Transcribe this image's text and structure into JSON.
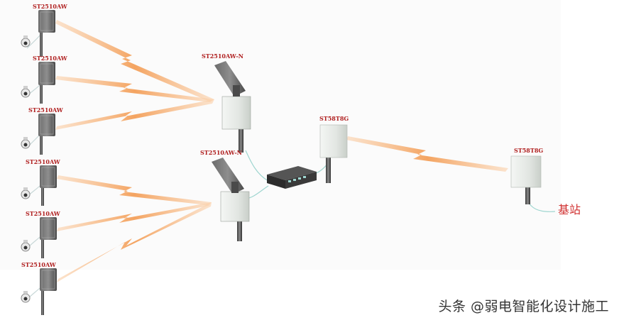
{
  "clients": [
    {
      "label": "ST2510AW"
    },
    {
      "label": "ST2510AW"
    },
    {
      "label": "ST2510AW"
    },
    {
      "label": "ST2510AW"
    },
    {
      "label": "ST2510AW"
    },
    {
      "label": "ST2510AW"
    }
  ],
  "aggregators": [
    {
      "label": "ST2510AW-N"
    },
    {
      "label": "ST2510AW-N"
    }
  ],
  "bridge_near": {
    "label": "ST58T8G"
  },
  "bridge_far": {
    "label": "ST58T8G"
  },
  "base_station": {
    "label": "基站"
  },
  "watermark": "头条 @弱电智能化设计施工",
  "colors": {
    "label": "#b02020",
    "beam": "#f6a55c",
    "panel": "#e8ebe8",
    "pole": "#555555"
  }
}
